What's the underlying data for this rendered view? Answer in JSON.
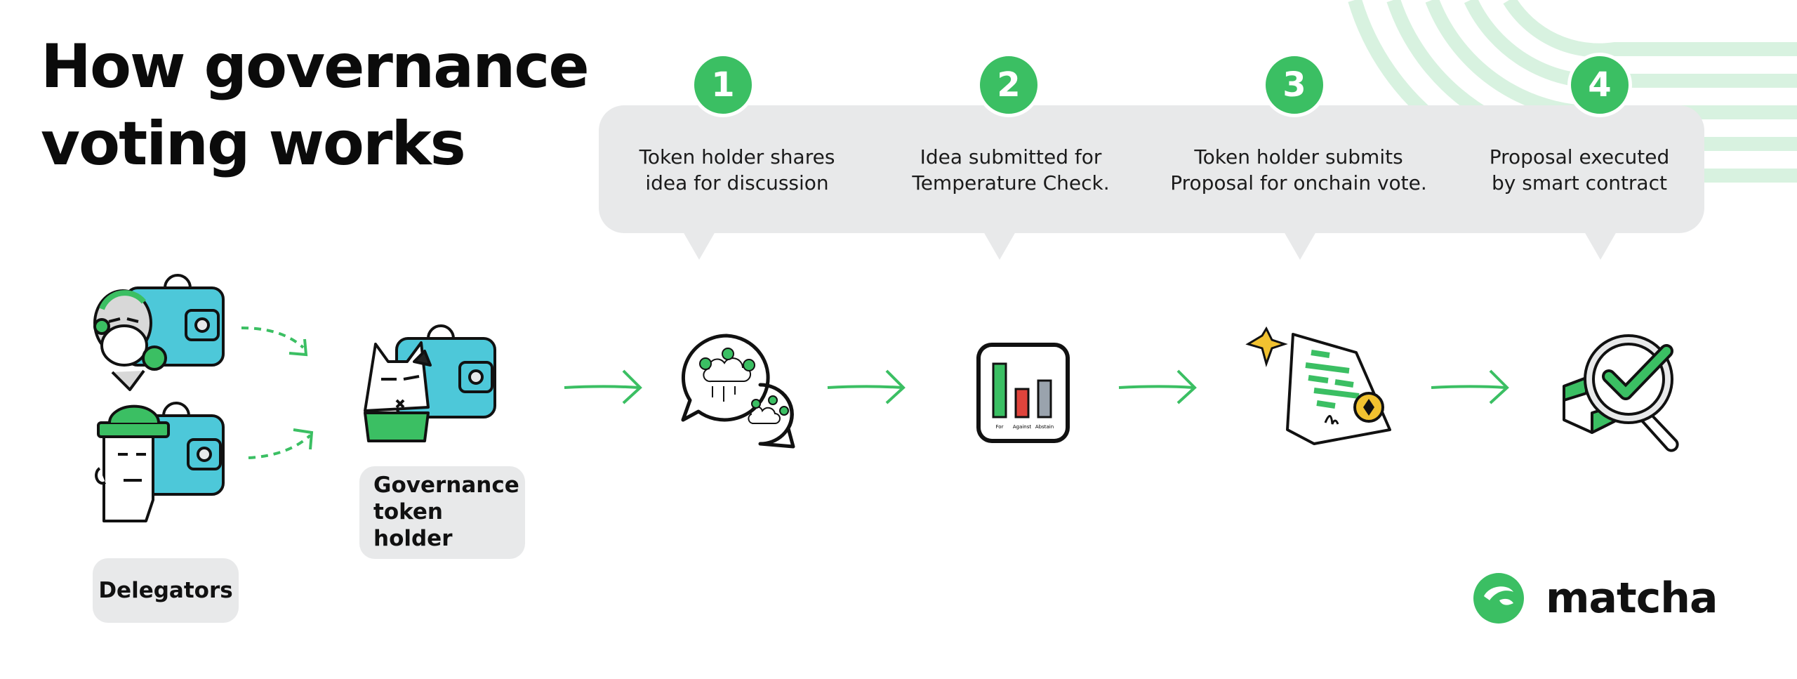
{
  "title": "How governance voting works",
  "colors": {
    "accent_green": "#3bbf63",
    "light_green": "#d8f2e0",
    "bubble_gray": "#e8e9ea",
    "wallet_cyan": "#4dc8d9",
    "text_dark": "#0b0b0b"
  },
  "steps": [
    {
      "number": "1",
      "text_line1": "Token holder shares",
      "text_line2": "idea for discussion",
      "icon": "discussion-chat-icon"
    },
    {
      "number": "2",
      "text_line1": "Idea submitted for",
      "text_line2": "Temperature Check.",
      "icon": "poll-chart-icon"
    },
    {
      "number": "3",
      "text_line1": "Token holder submits",
      "text_line2": "Proposal for onchain vote.",
      "icon": "signed-proposal-icon"
    },
    {
      "number": "4",
      "text_line1": "Proposal executed",
      "text_line2": "by smart contract",
      "icon": "verified-execution-icon"
    }
  ],
  "poll_labels": [
    "For",
    "Against",
    "Abstain"
  ],
  "labels": {
    "delegators": "Delegators",
    "token_holder_line1": "Governance",
    "token_holder_line2": "token holder"
  },
  "brand": {
    "name": "matcha",
    "icon": "matcha-logo-icon"
  }
}
